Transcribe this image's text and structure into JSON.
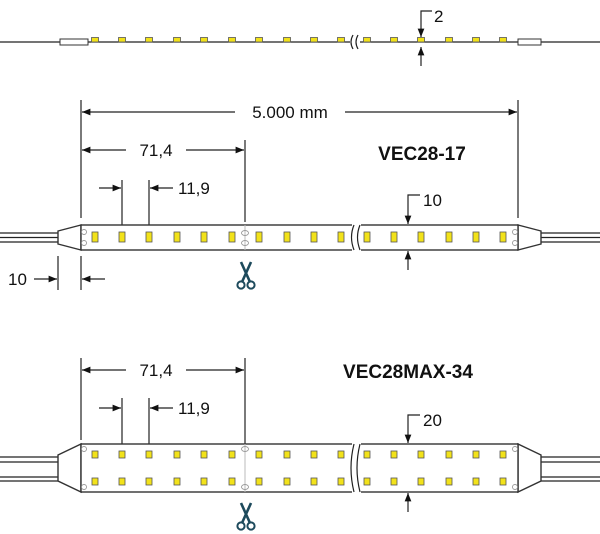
{
  "top_strip": {
    "thickness_label": "2"
  },
  "strip_17": {
    "title": "VEC28-17",
    "total_length_label": "5.000 mm",
    "cut_length_label": "71,4",
    "led_pitch_label": "11,9",
    "width_label": "10",
    "end_cap_label": "10"
  },
  "strip_34": {
    "title": "VEC28MAX-34",
    "cut_length_label": "71,4",
    "led_pitch_label": "11,9",
    "width_label": "20"
  },
  "icons": [
    "scissors-icon",
    "scissors-icon"
  ],
  "colors": {
    "led": "#f2e21a",
    "scissors": "#1d4a5c"
  }
}
